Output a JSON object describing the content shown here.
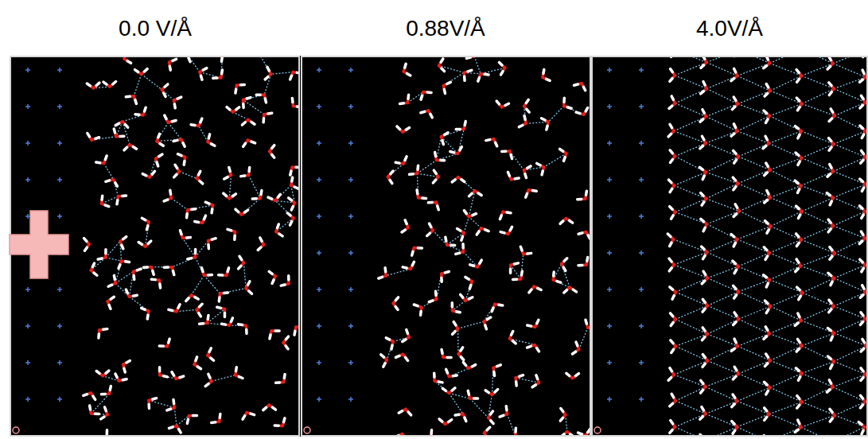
{
  "diagram": {
    "labels": [
      "0.0 V/Å",
      "0.88V/Å",
      "4.0V/Å"
    ]
  }
}
